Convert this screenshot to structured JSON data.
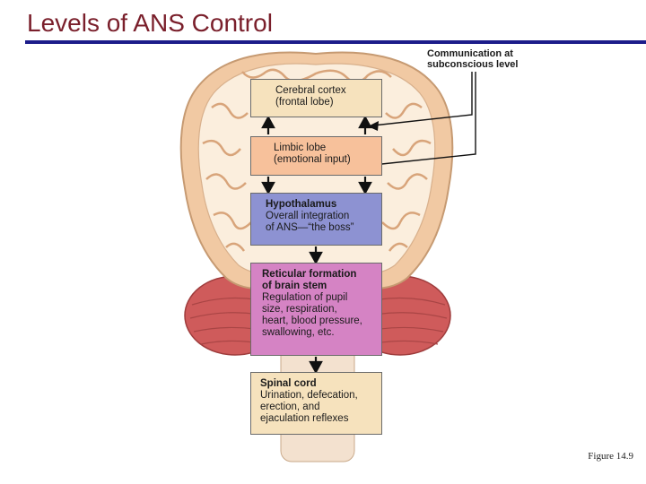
{
  "slide": {
    "title": "Levels of ANS Control"
  },
  "figure": {
    "caption": "Figure 14.9",
    "annotation": [
      "Communication at",
      "subconscious level"
    ],
    "boxes": {
      "cortex": {
        "lines": [
          "Cerebral cortex",
          "(frontal lobe)"
        ]
      },
      "limbic": {
        "lines": [
          "Limbic lobe",
          "(emotional input)"
        ]
      },
      "hypothalamus": {
        "heading": "Hypothalamus",
        "lines": [
          "Overall integration",
          "of ANS—“the boss”"
        ]
      },
      "reticular": {
        "heading": [
          "Reticular formation",
          "of brain stem"
        ],
        "lines": [
          "Regulation of pupil",
          "size, respiration,",
          "heart, blood pressure,",
          "swallowing, etc."
        ]
      },
      "spinal": {
        "heading": "Spinal cord",
        "lines": [
          "Urination, defecation,",
          "erection, and",
          "ejaculation reflexes"
        ]
      }
    },
    "colors": {
      "cortex_box": "#f6e2bd",
      "limbic_box": "#f7c19b",
      "hypothalamus_box": "#8d92d2",
      "reticular_box": "#d583c4",
      "spinal_box": "#f6e2bd",
      "brain_tissue": "#f1c9a3",
      "cerebellum": "#cf5b5b",
      "title_text": "#7a1f2b",
      "title_rule": "#1c1c8a"
    }
  }
}
